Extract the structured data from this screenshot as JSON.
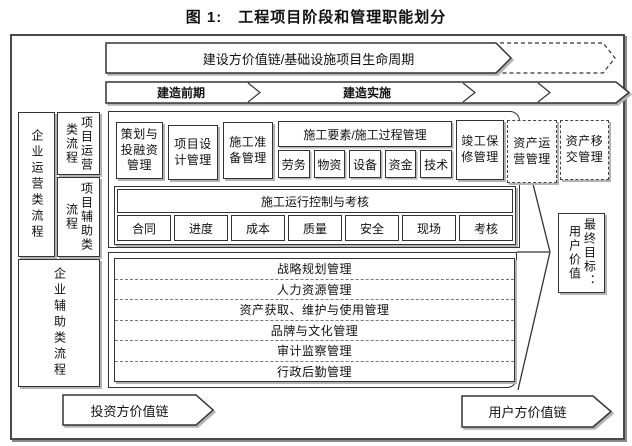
{
  "title": "图 1:　工程项目阶段和管理职能划分",
  "top_banner": {
    "label": "建设方价值链/基础设施项目生命周期"
  },
  "phase_bar": {
    "phase1": "建造前期",
    "phase2": "建造实施"
  },
  "left_columns": {
    "enterprise_operation": "企业运营类流程",
    "project_operation": "项目运营类流程",
    "project_support": "项目辅助类流程",
    "enterprise_support": "企业辅助类流程"
  },
  "stage_boxes": {
    "planning_financing": "策划与投融资管理",
    "project_design": "项目设计管理",
    "construction_prep": "施工准备管理",
    "construction_elements": {
      "header": "施工要素/施工过程管理",
      "cells": [
        "劳务",
        "物资",
        "设备",
        "资金",
        "技术"
      ]
    },
    "completion_warranty": "竣工保修管理",
    "asset_operation": "资产运营管理",
    "asset_transfer": "资产移交管理"
  },
  "control_section": {
    "header": "施工运行控制与考核",
    "cells": [
      "合同",
      "进度",
      "成本",
      "质量",
      "安全",
      "现场",
      "考核"
    ]
  },
  "support_functions": [
    "战略规划管理",
    "人力资源管理",
    "资产获取、维护与使用管理",
    "品牌与文化管理",
    "审计监察管理",
    "行政后勤管理"
  ],
  "goal_box": "最终目标：用户价值",
  "bottom_arrows": {
    "investor": "投资方价值链",
    "user": "用户方价值链"
  },
  "colors": {
    "line": "#333333",
    "shadow": "#b3b3b3",
    "background": "#ffffff"
  }
}
